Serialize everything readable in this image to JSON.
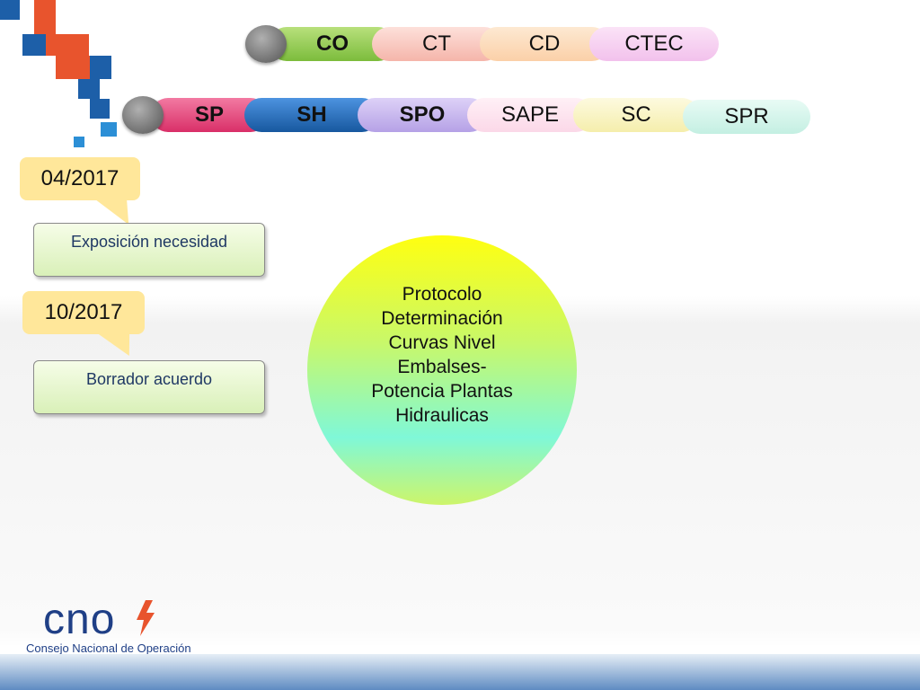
{
  "top_row": [
    "CO",
    "CT",
    "CD",
    "CTEC"
  ],
  "second_row": [
    "SP",
    "SH",
    "SPO",
    "SAPE",
    "SC",
    "SPR"
  ],
  "timeline": [
    {
      "date": "04/2017",
      "label": "Exposición necesidad"
    },
    {
      "date": "10/2017",
      "label": "Borrador acuerdo"
    }
  ],
  "circle_lines": [
    "Protocolo",
    "Determinación",
    "Curvas Nivel",
    "Embalses-",
    "Potencia Plantas",
    "Hidraulicas"
  ],
  "logo": {
    "name": "cno",
    "subtitle": "Consejo Nacional de Operación"
  },
  "colors": {
    "co": "#9bd05a",
    "ct": "#f9c8c0",
    "cd": "#fcdcb8",
    "ctec": "#f5cdf0",
    "sp": "#e94b7e",
    "sh": "#1f6fc6",
    "spo": "#c8b7ee",
    "sape": "#fde5f0",
    "sc": "#fbf6c8",
    "spr": "#d8f6ee",
    "callout": "#ffe79a"
  }
}
